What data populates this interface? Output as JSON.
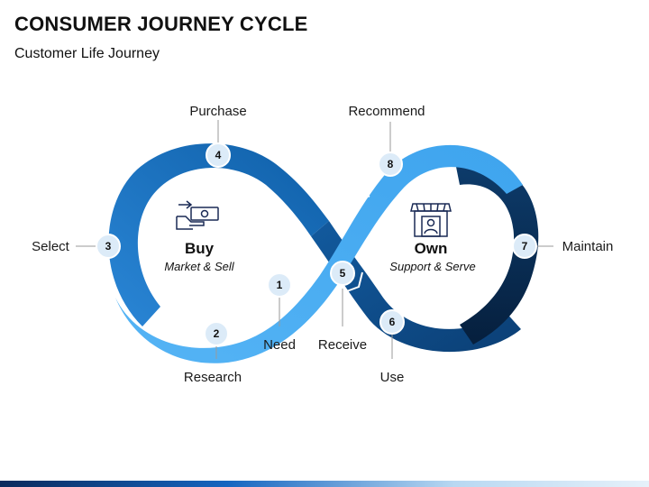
{
  "header": {
    "title": "CONSUMER JOURNEY CYCLE",
    "subtitle": "Customer Life Journey"
  },
  "sections": {
    "buy": {
      "title": "Buy",
      "subtitle": "Market & Sell",
      "icon": "payment-handoff-icon"
    },
    "own": {
      "title": "Own",
      "subtitle": "Support & Serve",
      "icon": "storefront-icon"
    }
  },
  "steps": [
    {
      "number": "1",
      "label": "Need"
    },
    {
      "number": "2",
      "label": "Research"
    },
    {
      "number": "3",
      "label": "Select"
    },
    {
      "number": "4",
      "label": "Purchase"
    },
    {
      "number": "5",
      "label": "Receive"
    },
    {
      "number": "6",
      "label": "Use"
    },
    {
      "number": "7",
      "label": "Maintain"
    },
    {
      "number": "8",
      "label": "Recommend"
    }
  ],
  "colors": {
    "light_blue": "#42a8f0",
    "mid_blue": "#1f6fbf",
    "dark_blue": "#0d4f8a",
    "navy": "#08284a",
    "node_fill": "#dcebf8",
    "node_stroke": "#ffffff"
  }
}
